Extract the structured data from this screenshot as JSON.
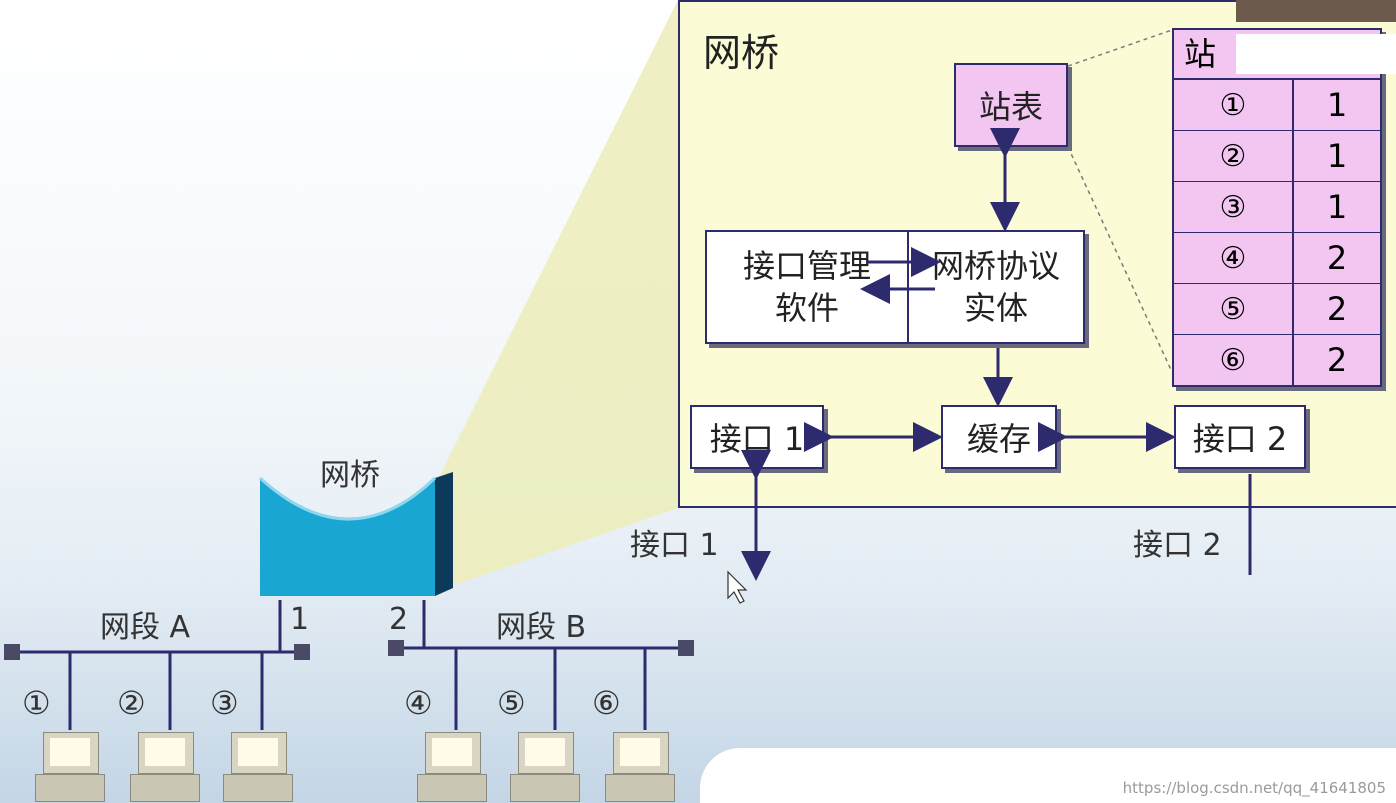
{
  "panel": {
    "title": "网桥",
    "station_box": "站表",
    "mgmt_box": [
      "接口管理",
      "软件"
    ],
    "protocol_box": [
      "网桥协议",
      "实体"
    ],
    "buffer_box": "缓存",
    "port1_box": "接口 1",
    "port2_box": "接口 2"
  },
  "station_table": {
    "header": "站",
    "rows": [
      {
        "station": "①",
        "port": "1"
      },
      {
        "station": "②",
        "port": "1"
      },
      {
        "station": "③",
        "port": "1"
      },
      {
        "station": "④",
        "port": "2"
      },
      {
        "station": "⑤",
        "port": "2"
      },
      {
        "station": "⑥",
        "port": "2"
      }
    ]
  },
  "lower": {
    "port1_label": "接口 1",
    "port2_label": "接口 2",
    "bridge_label": "网桥",
    "segment_a": "网段 A",
    "segment_b": "网段 B",
    "bridge_port_1": "1",
    "bridge_port_2": "2",
    "stations": [
      "①",
      "②",
      "③",
      "④",
      "⑤",
      "⑥"
    ]
  },
  "colors": {
    "line": "#2e2a6e",
    "panel_bg": "#fbfbd6",
    "pink": "#f2c6f0",
    "bridge_cyan": "#19a6d3"
  },
  "watermark": "https://blog.csdn.net/qq_41641805"
}
